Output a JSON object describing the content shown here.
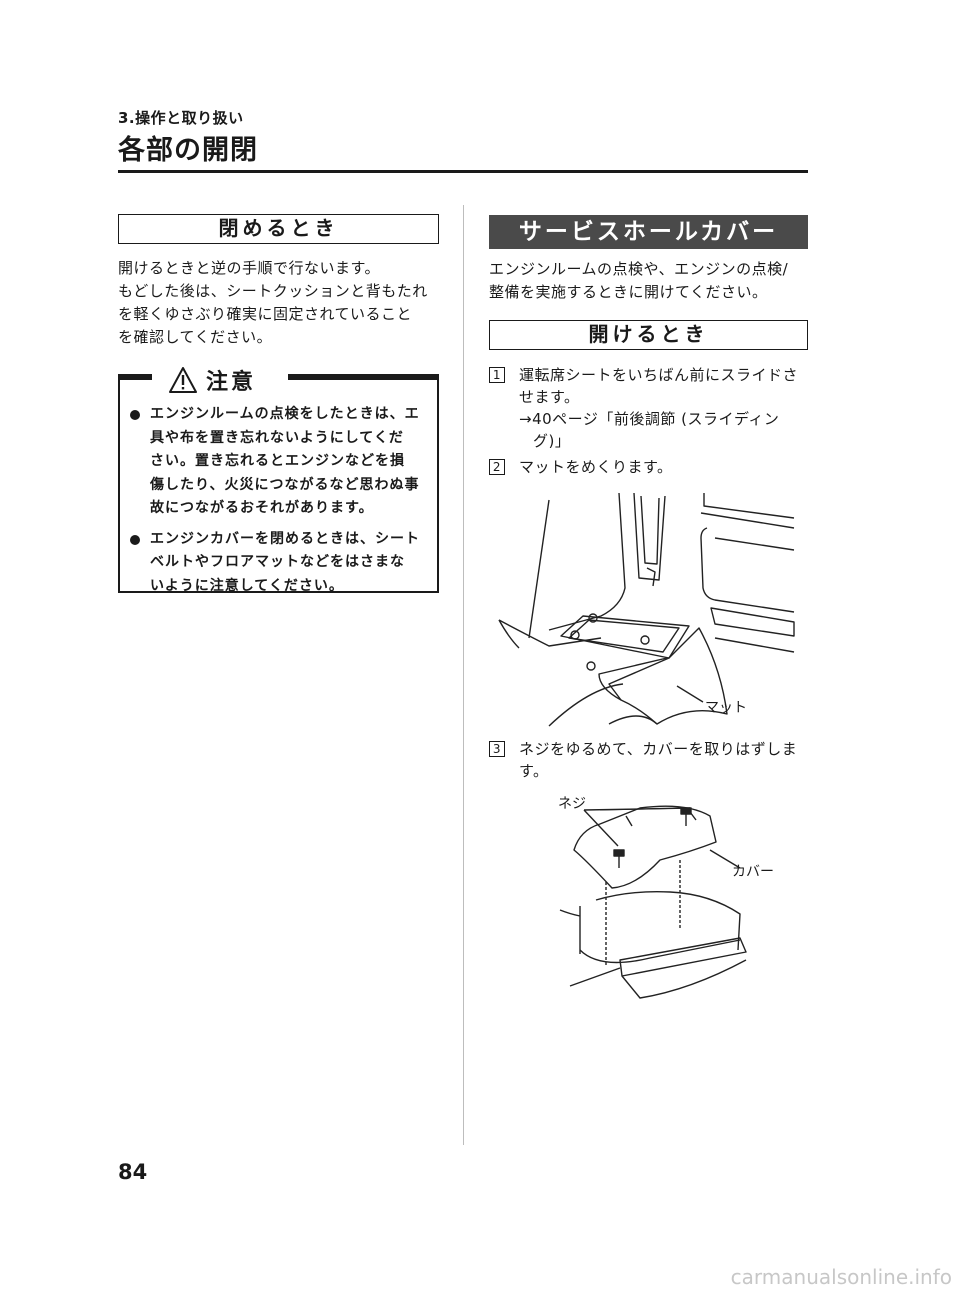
{
  "header": {
    "section": "3.操作と取り扱い",
    "title": "各部の開閉"
  },
  "left": {
    "heading": "閉めるとき",
    "paragraph": [
      "開けるときと逆の手順で行ないます。",
      "もどした後は、シートクッションと背もたれ",
      "を軽くゆさぶり確実に固定されていること",
      "を確認してください。"
    ],
    "caution": {
      "title": "注意",
      "items": [
        [
          "エンジンルームの点検をしたときは、エ",
          "具や布を置き忘れないようにしてくだ",
          "さい。置き忘れるとエンジンなどを損",
          "傷したり、火災につながるなど思わぬ事",
          "故につながるおそれがあります。"
        ],
        [
          "エンジンカバーを閉めるときは、シート",
          "ベルトやフロアマットなどをはさまな",
          "いように注意してください。"
        ]
      ]
    }
  },
  "right": {
    "heading": "サービスホールカバー",
    "intro": [
      "エンジンルームの点検や、エンジンの点検/",
      "整備を実施するときに開けてください。"
    ],
    "subheading": "開けるとき",
    "steps": [
      {
        "num": "1",
        "lines": [
          "運転席シートをいちばん前にスライドさ",
          "せます。",
          "→40ページ「前後調節 (スライディン",
          "グ)」"
        ]
      },
      {
        "num": "2",
        "lines": [
          "マットをめくります。"
        ]
      },
      {
        "num": "3",
        "lines": [
          "ネジをゆるめて、カバーを取りはずしま",
          "す。"
        ]
      }
    ],
    "figure1_label": "マット",
    "figure2_labels": {
      "screw": "ネジ",
      "cover": "カバー"
    }
  },
  "page_number": "84",
  "watermark": "carmanualsonline.info"
}
